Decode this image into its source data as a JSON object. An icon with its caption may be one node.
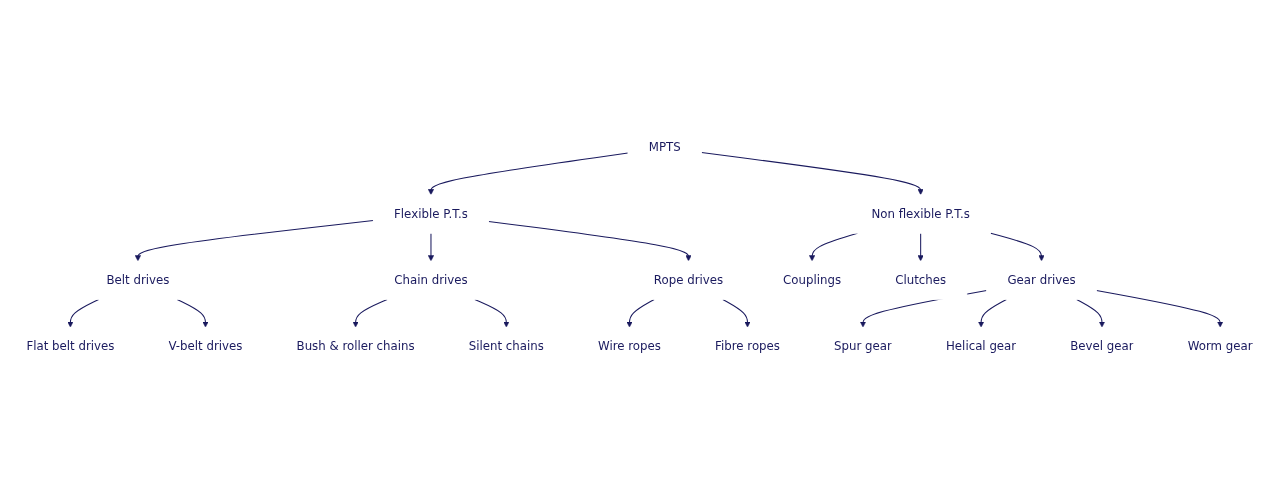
{
  "diagram": {
    "nodes": [
      {
        "text": [
          "MPTS"
        ]
      },
      {
        "text": [
          "Flexible P.T.s"
        ]
      },
      {
        "text": [
          "Non flexible P.T.s"
        ]
      },
      {
        "text": [
          "Belt drives"
        ]
      },
      {
        "text": [
          "Chain drives"
        ]
      },
      {
        "text": [
          "Rope drives"
        ]
      },
      {
        "text": [
          "Couplings"
        ]
      },
      {
        "text": [
          "Clutches"
        ]
      },
      {
        "text": [
          "Gear drives"
        ]
      },
      {
        "text": [
          "Flat belt drives"
        ]
      },
      {
        "text": [
          "V-belt drives"
        ]
      },
      {
        "text": [
          "Bush & roller chains"
        ]
      },
      {
        "text": [
          "Silent chains"
        ]
      },
      {
        "text": [
          "Wire ropes"
        ]
      },
      {
        "text": [
          "Fibre ropes"
        ]
      },
      {
        "text": [
          "Spur gear"
        ]
      },
      {
        "text": [
          "Helical gear"
        ]
      },
      {
        "text": [
          "Bevel gear"
        ]
      },
      {
        "text": [
          "Worm gear"
        ]
      }
    ],
    "edges": [
      {
        "from": 0,
        "to": 1,
        "arrow": "to"
      },
      {
        "from": 0,
        "to": 2,
        "arrow": "to"
      },
      {
        "from": 1,
        "to": 3,
        "arrow": "to"
      },
      {
        "from": 1,
        "to": 4,
        "arrow": "to"
      },
      {
        "from": 1,
        "to": 5,
        "arrow": "to"
      },
      {
        "from": 2,
        "to": 6,
        "arrow": "to"
      },
      {
        "from": 2,
        "to": 7,
        "arrow": "to"
      },
      {
        "from": 2,
        "to": 8,
        "arrow": "to"
      },
      {
        "from": 3,
        "to": 9,
        "arrow": "to"
      },
      {
        "from": 3,
        "to": 10,
        "arrow": "to"
      },
      {
        "from": 4,
        "to": 11,
        "arrow": "to"
      },
      {
        "from": 4,
        "to": 12,
        "arrow": "to"
      },
      {
        "from": 5,
        "to": 13,
        "arrow": "to"
      },
      {
        "from": 5,
        "to": 14,
        "arrow": "to"
      },
      {
        "from": 8,
        "to": 15,
        "arrow": "to"
      },
      {
        "from": 8,
        "to": 16,
        "arrow": "to"
      },
      {
        "from": 8,
        "to": 17,
        "arrow": "to"
      },
      {
        "from": 8,
        "to": 18,
        "arrow": "to"
      }
    ]
  }
}
